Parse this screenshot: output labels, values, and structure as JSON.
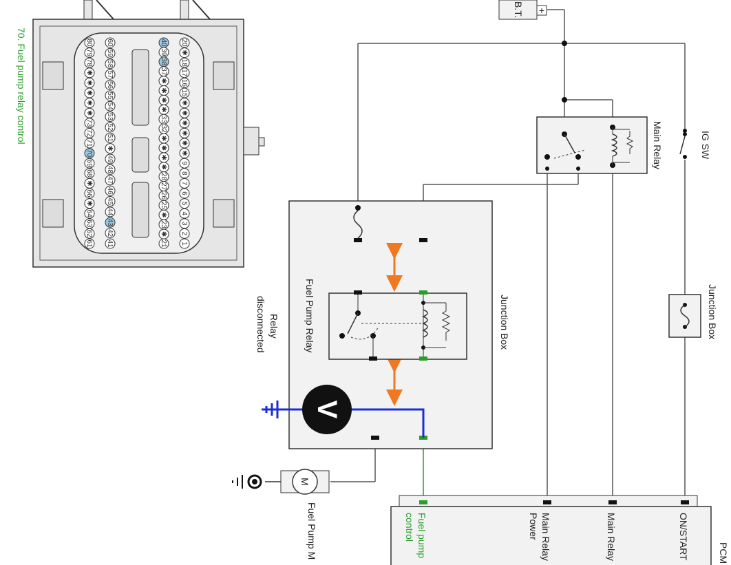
{
  "connector": {
    "caption": "70. Fuel pump relay control",
    "rows": [
      [
        "20",
        "✱",
        "18",
        "17",
        "16",
        "15",
        "✱",
        "✱",
        "✱",
        "✱",
        "✱",
        "✱",
        "9",
        "8",
        "7",
        "6",
        "5",
        "4",
        "3",
        "2",
        "1"
      ],
      [
        "40",
        "39",
        "38",
        "37",
        "✱",
        "✱",
        "✱",
        "✱",
        "33",
        "32",
        "✱",
        "✱",
        "✱",
        "✱",
        "28",
        "27",
        "26",
        "25",
        "✱",
        "23",
        "✱",
        "21"
      ],
      [
        "60",
        "59",
        "58",
        "57",
        "56",
        "55",
        "54",
        "53",
        "52",
        "51",
        "✱",
        "49",
        "48",
        "47",
        "46",
        "45",
        "44",
        "43",
        "42",
        "41"
      ],
      [
        "80",
        "79",
        "78",
        "✱",
        "✱",
        "✱",
        "✱",
        "✱",
        "73",
        "72",
        "71",
        "70",
        "69",
        "68",
        "✱",
        "66",
        "✱",
        "64",
        "63",
        "62",
        "61"
      ]
    ],
    "highlighted_pins": [
      "40",
      "38",
      "70",
      "43"
    ]
  },
  "labels": {
    "battery": "B.T.",
    "battery_plus": "+",
    "main_relay": "Main Relay",
    "ig_sw": "IG SW",
    "junction_box_outer": "Junction Box",
    "junction_box_inner": "Junction Box",
    "fuel_pump_relay": "Fuel Pump Relay",
    "relay_disconnected_line1": "Relay",
    "relay_disconnected_line2": "disconnected",
    "voltmeter": "V",
    "motor": "M",
    "fuel_pump_motor": "Fuel Pump M",
    "pcm": "PCM",
    "pcm_pins": {
      "on_start": "ON/START",
      "main_relay": "Main Relay",
      "main_relay_power_line1": "Main Relay",
      "main_relay_power_line2": "Power",
      "fuel_pump_control_line1": "Fuel pump",
      "fuel_pump_control_line2": "control"
    }
  },
  "colors": {
    "wire": "#555555",
    "probe_wire": "#1a2ed6",
    "arrow": "#f07820",
    "terminal_green": "#2a9d2a",
    "pin_highlight": "#9cc8e0",
    "panel_fill": "#f2f2f2"
  }
}
